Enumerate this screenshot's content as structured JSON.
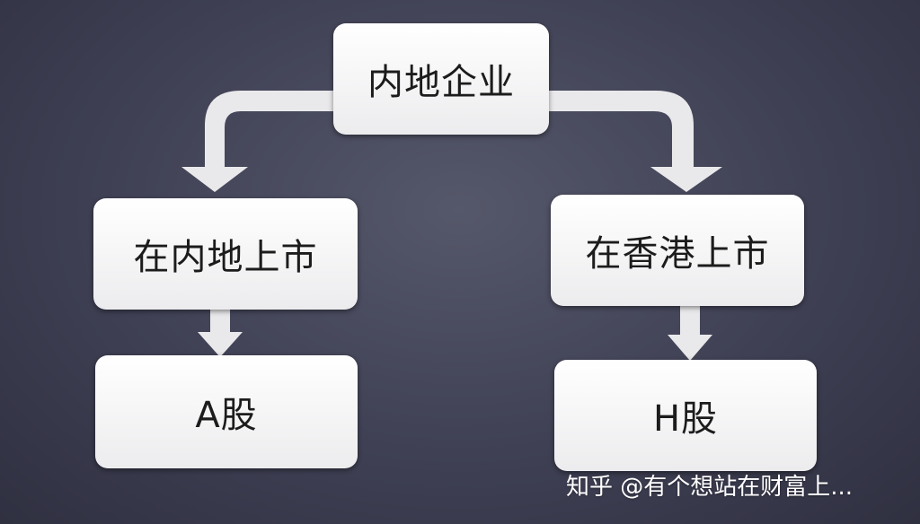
{
  "diagram": {
    "nodes": {
      "root": "内地企业",
      "mainland_listing": "在内地上市",
      "hk_listing": "在香港上市",
      "a_share": "A股",
      "h_share": "H股"
    },
    "edges": [
      {
        "from": "root",
        "to": "mainland_listing"
      },
      {
        "from": "root",
        "to": "hk_listing"
      },
      {
        "from": "mainland_listing",
        "to": "a_share"
      },
      {
        "from": "hk_listing",
        "to": "h_share"
      }
    ]
  },
  "watermark": "知乎 @有个想站在财富上...",
  "colors": {
    "background": "#46475b",
    "node_fill": "#f6f6f7",
    "arrow": "#e9e9eb",
    "node_text": "#1c1c1c"
  }
}
